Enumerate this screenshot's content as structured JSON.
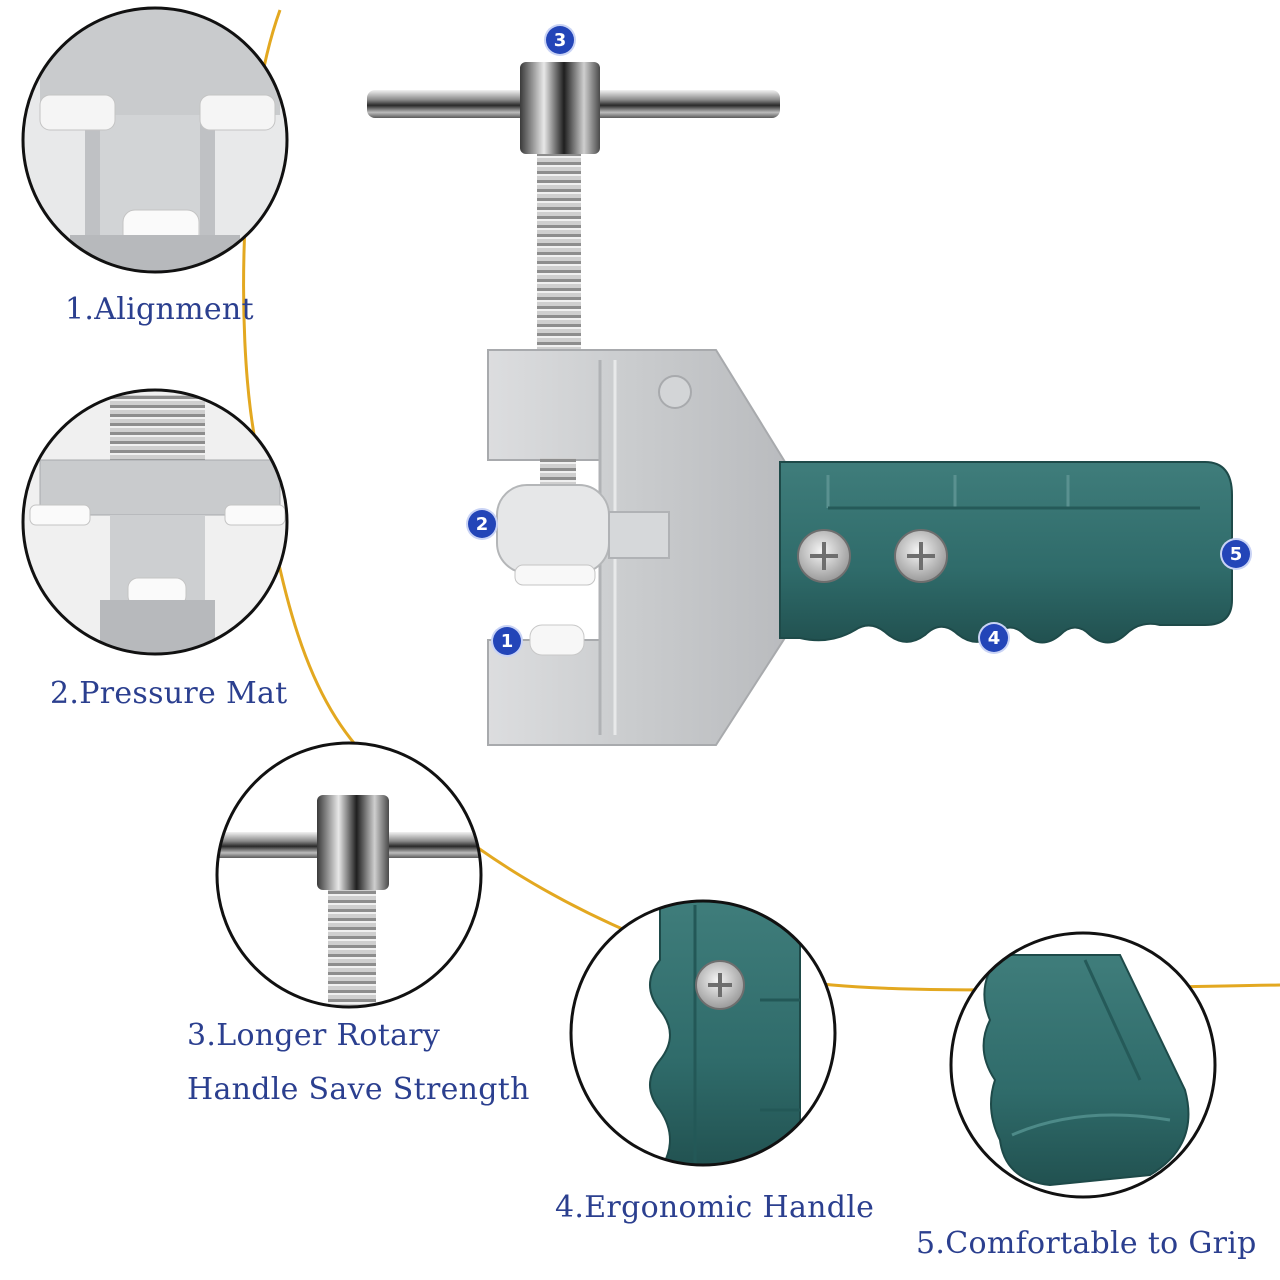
{
  "captions": {
    "alignment": "1.Alignment",
    "pressure_mat": "2.Pressure Mat",
    "rotary_line1": "3.Longer Rotary",
    "rotary_line2": "Handle  Save Strength",
    "ergonomic": "4.Ergonomic  Handle",
    "grip": "5.Comfortable to Grip"
  },
  "badges": [
    "1",
    "2",
    "3",
    "4",
    "5"
  ],
  "colors": {
    "caption_text": "#2b3f8f",
    "badge_fill": "#2345b8",
    "handle_green": "#2f6b6a",
    "metal_silver": "#cfd1d3",
    "gold_line": "#e3a820"
  }
}
